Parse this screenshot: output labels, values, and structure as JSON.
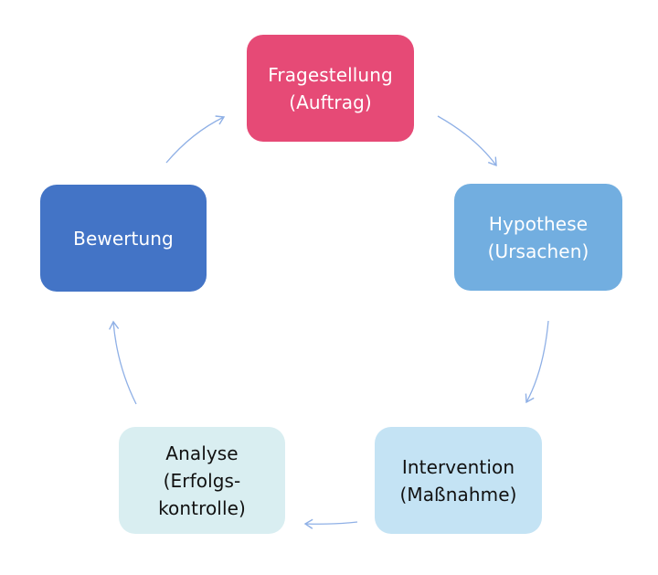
{
  "diagram": {
    "type": "cycle",
    "steps": [
      {
        "id": "fragestellung",
        "lines": [
          "Fragestellung",
          "(Auftrag)"
        ],
        "fill": "#E64A76",
        "text_color": "#ffffff"
      },
      {
        "id": "hypothese",
        "lines": [
          "Hypothese",
          "(Ursachen)"
        ],
        "fill": "#72AEE0",
        "text_color": "#ffffff"
      },
      {
        "id": "intervention",
        "lines": [
          "Intervention",
          "(Maßnahme)"
        ],
        "fill": "#C4E3F4",
        "text_color": "#111111"
      },
      {
        "id": "analyse",
        "lines": [
          "Analyse",
          "(Erfolgs-",
          "kontrolle)"
        ],
        "fill": "#D9EEF1",
        "text_color": "#111111"
      },
      {
        "id": "bewertung",
        "lines": [
          "Bewertung"
        ],
        "fill": "#4374C6",
        "text_color": "#ffffff"
      }
    ],
    "arrow_color": "#8FB0E6",
    "connections": [
      {
        "from": "fragestellung",
        "to": "hypothese"
      },
      {
        "from": "hypothese",
        "to": "intervention"
      },
      {
        "from": "intervention",
        "to": "analyse"
      },
      {
        "from": "analyse",
        "to": "bewertung"
      },
      {
        "from": "bewertung",
        "to": "fragestellung"
      }
    ]
  }
}
